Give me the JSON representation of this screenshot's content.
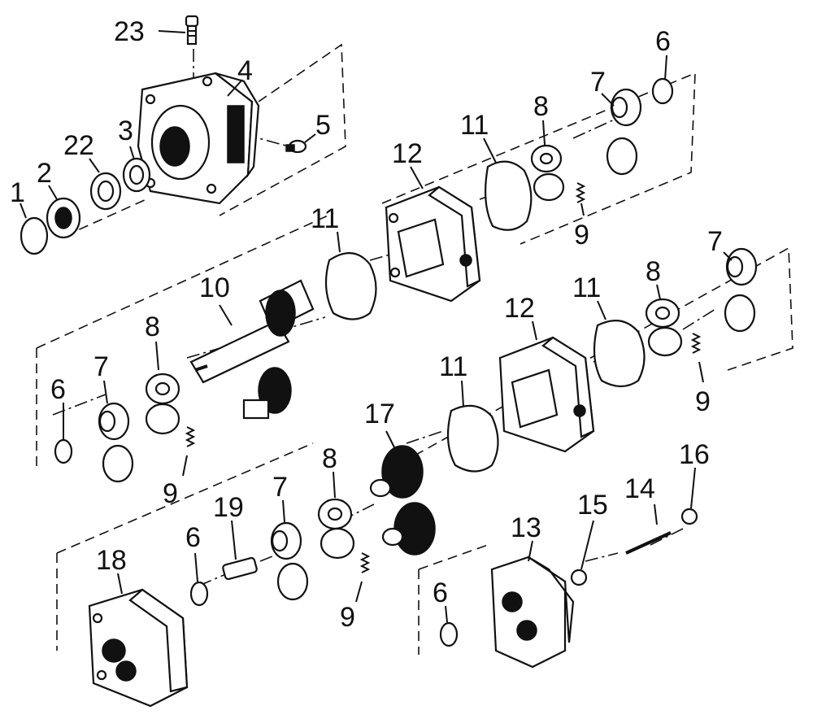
{
  "callouts": {
    "c1": "1",
    "c2": "2",
    "c3": "3",
    "c4": "4",
    "c5": "5",
    "c22": "22",
    "c23": "23",
    "c6a": "6",
    "c6b": "6",
    "c6c": "6",
    "c6d": "6",
    "c7a": "7",
    "c7b": "7",
    "c7c": "7",
    "c7d": "7",
    "c8a": "8",
    "c8b": "8",
    "c8c": "8",
    "c8d": "8",
    "c9a": "9",
    "c9b": "9",
    "c9c": "9",
    "c9d": "9",
    "c10": "10",
    "c11a": "11",
    "c11b": "11",
    "c11c": "11",
    "c11d": "11",
    "c12a": "12",
    "c12b": "12",
    "c13": "13",
    "c14": "14",
    "c15": "15",
    "c16": "16",
    "c17": "17",
    "c18": "18",
    "c19": "19"
  }
}
